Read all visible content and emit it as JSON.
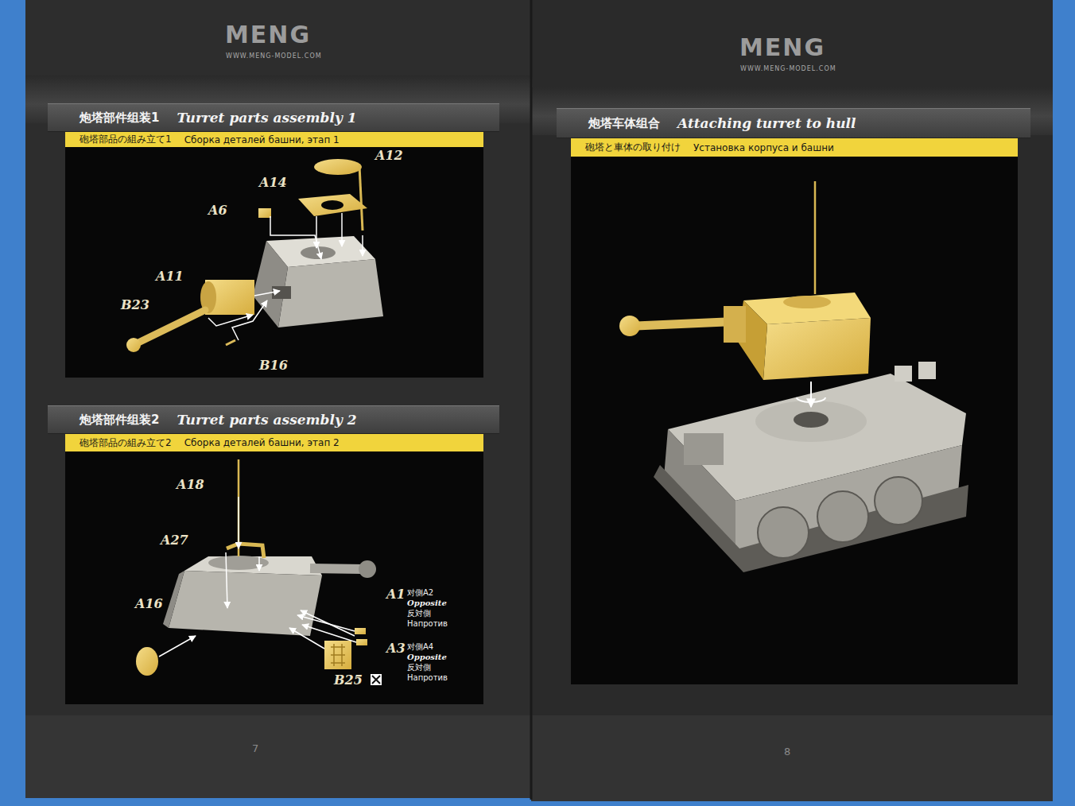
{
  "diagram": {
    "nodes": [
      {
        "text": [
          "炮塔部件组装1",
          "Turret parts assembly 1"
        ]
      },
      {
        "text": [
          "砲塔部品の組み立て1",
          "Сборка деталей башни, этап 1"
        ]
      },
      {
        "text": [
          "炮塔部件组装2",
          "Turret parts assembly 2"
        ]
      },
      {
        "text": [
          "砲塔部品の組み立て2",
          "Сборка деталей башни, этап 2"
        ]
      },
      {
        "text": [
          "炮塔车体组合",
          "Attaching turret to hull"
        ]
      },
      {
        "text": [
          "砲塔と車体の取り付け",
          "Установка корпуса и башни"
        ]
      }
    ],
    "labels": [
      "MENG",
      "WWW.MENG-MODEL.COM",
      "MENG",
      "WWW.MENG-MODEL.COM",
      "A12",
      "A14",
      "A6",
      "A11",
      "B23",
      "B16",
      "A18",
      "A27",
      "A16",
      "A1",
      "对側A2",
      "Opposite",
      "反対側",
      "Напротив",
      "A3",
      "对側A4",
      "Opposite",
      "反対側",
      "Напротив",
      "B25",
      "7",
      "8"
    ]
  }
}
